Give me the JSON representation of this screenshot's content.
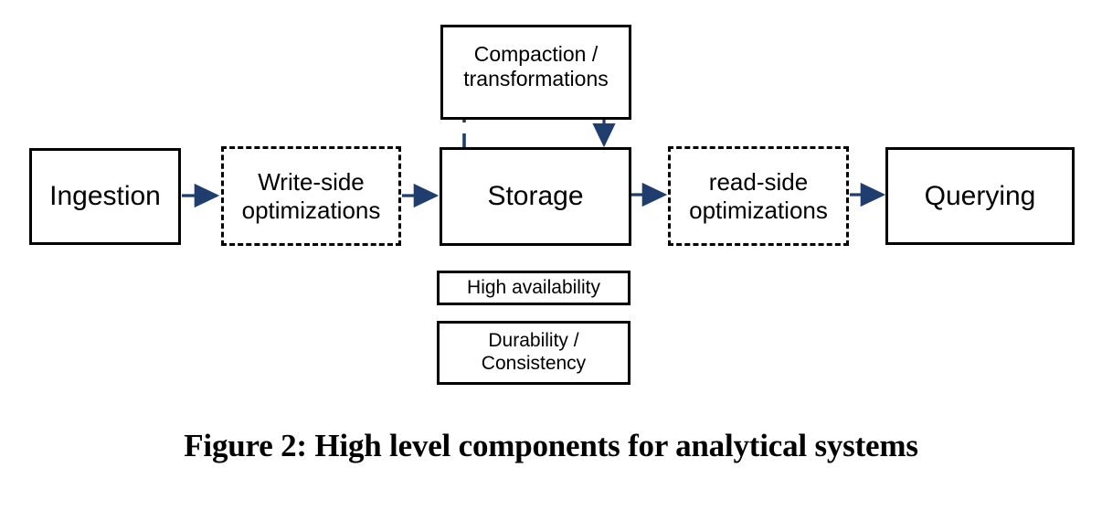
{
  "figure": {
    "caption": "Figure 2: High level components for analytical systems",
    "background_color": "#ffffff",
    "box_border_color": "#000000",
    "arrow_color": "#1f3d6e",
    "text_color": "#000000"
  },
  "nodes": {
    "ingestion": {
      "label": "Ingestion",
      "style": "solid"
    },
    "write_side": {
      "label": "Write-side\noptimizations",
      "style": "dashed"
    },
    "storage": {
      "label": "Storage",
      "style": "solid"
    },
    "read_side": {
      "label": "read-side\noptimizations",
      "style": "dashed"
    },
    "querying": {
      "label": "Querying",
      "style": "solid"
    },
    "compaction": {
      "label": "Compaction /\ntransformations",
      "style": "solid"
    },
    "high_availability": {
      "label": "High availability",
      "style": "solid"
    },
    "durability": {
      "label": "Durability /\nConsistency",
      "style": "solid"
    }
  },
  "connectors": [
    {
      "name": "ingestion-to-write-side",
      "from": "ingestion",
      "to": "write_side",
      "style": "solid",
      "arrowhead": true,
      "direction": "right"
    },
    {
      "name": "write-side-to-storage",
      "from": "write_side",
      "to": "storage",
      "style": "solid",
      "arrowhead": true,
      "direction": "right"
    },
    {
      "name": "storage-to-read-side",
      "from": "storage",
      "to": "read_side",
      "style": "solid",
      "arrowhead": true,
      "direction": "right"
    },
    {
      "name": "read-side-to-querying",
      "from": "read_side",
      "to": "querying",
      "style": "solid",
      "arrowhead": true,
      "direction": "right"
    },
    {
      "name": "compaction-dashed-link",
      "from": "compaction",
      "to": "storage",
      "style": "dashed",
      "arrowhead": false,
      "direction": "down"
    },
    {
      "name": "compaction-to-storage",
      "from": "compaction",
      "to": "storage",
      "style": "solid",
      "arrowhead": true,
      "direction": "down"
    }
  ]
}
